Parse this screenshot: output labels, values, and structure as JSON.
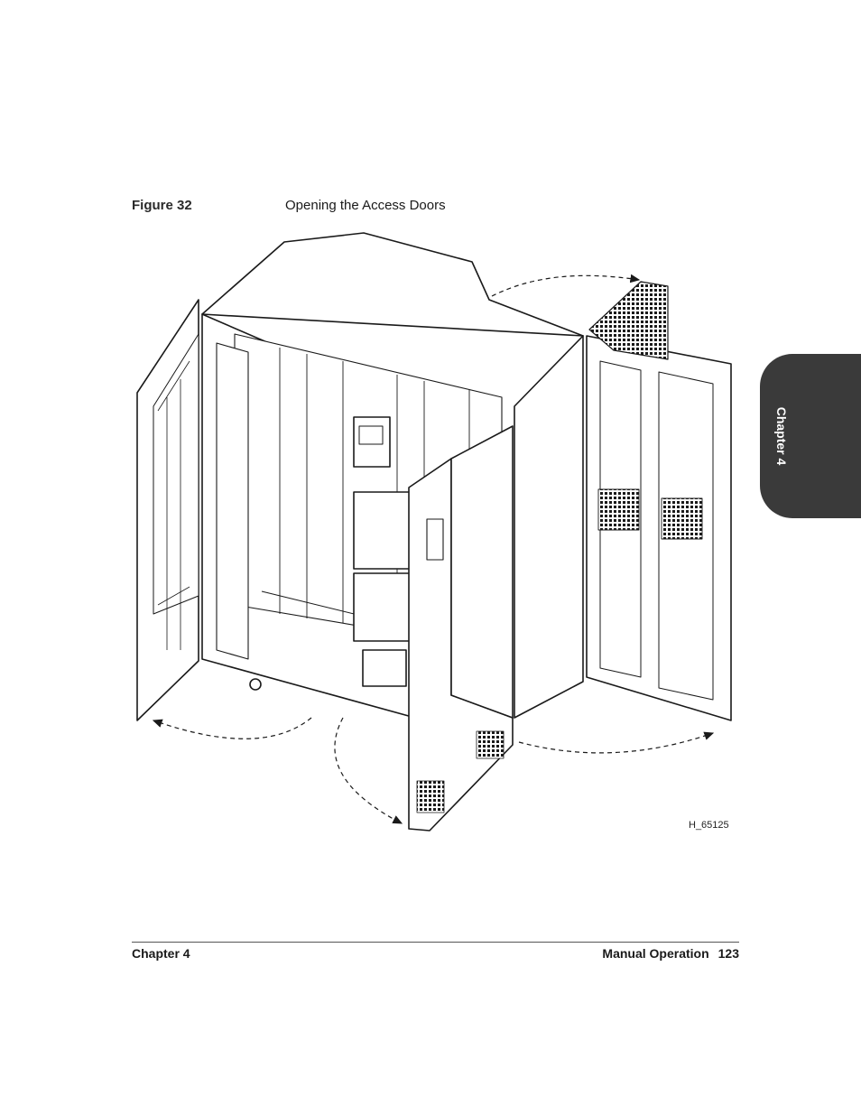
{
  "figure": {
    "label": "Figure 32",
    "title": "Opening the Access Doors",
    "art_id": "H_65125"
  },
  "side_tab": {
    "text": "Chapter 4"
  },
  "footer": {
    "left": "Chapter 4",
    "section": "Manual Operation",
    "page_number": "123"
  },
  "colors": {
    "tab_background": "#3a3a3a",
    "line": "#1a1a1a"
  }
}
